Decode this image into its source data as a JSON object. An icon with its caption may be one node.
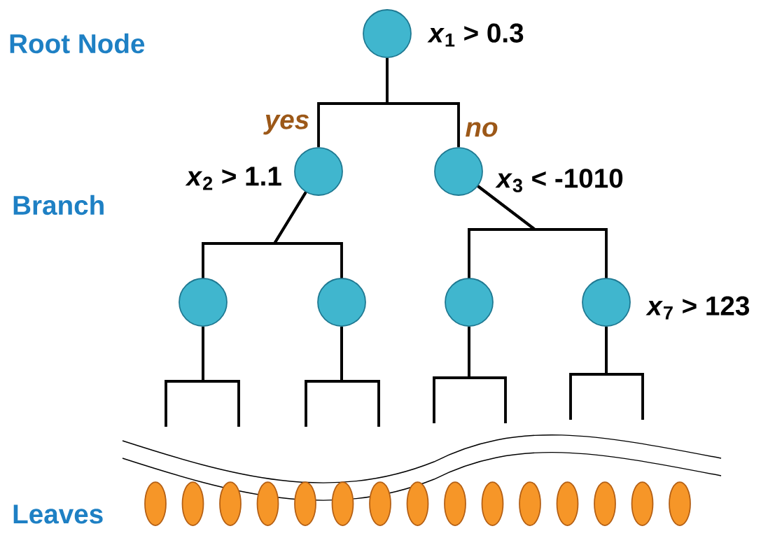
{
  "diagram": {
    "nodes": [
      {
        "text": [],
        "shape": "circle",
        "beside": [
          "*x*$_{1}$ > 0.3"
        ]
      },
      {
        "text": [],
        "shape": "circle",
        "beside": [
          "*x*$_{2}$ > 1.1"
        ]
      },
      {
        "text": [],
        "shape": "circle",
        "beside": [
          "*x*$_{3}$ < -1010"
        ]
      },
      {
        "text": [],
        "shape": "circle"
      },
      {
        "text": [],
        "shape": "circle"
      },
      {
        "text": [],
        "shape": "circle"
      },
      {
        "text": [],
        "shape": "circle",
        "beside": [
          "*x*$_{7}$ > 123"
        ]
      },
      {
        "text": [],
        "shape": "ellipse"
      },
      {
        "text": [],
        "shape": "ellipse"
      },
      {
        "text": [],
        "shape": "ellipse"
      },
      {
        "text": [],
        "shape": "ellipse"
      },
      {
        "text": [],
        "shape": "ellipse"
      },
      {
        "text": [],
        "shape": "ellipse"
      },
      {
        "text": [],
        "shape": "ellipse"
      },
      {
        "text": [],
        "shape": "ellipse"
      },
      {
        "text": [],
        "shape": "ellipse"
      },
      {
        "text": [],
        "shape": "ellipse"
      },
      {
        "text": [],
        "shape": "ellipse"
      },
      {
        "text": [],
        "shape": "ellipse"
      },
      {
        "text": [],
        "shape": "ellipse"
      },
      {
        "text": [],
        "shape": "ellipse"
      },
      {
        "text": [],
        "shape": "ellipse"
      }
    ],
    "edges": [
      {
        "from": 0,
        "to": 1,
        "arrow": "none",
        "label": "yes"
      },
      {
        "from": 0,
        "to": 2,
        "arrow": "none",
        "label": "no"
      },
      {
        "from": 1,
        "to": 3,
        "arrow": "none"
      },
      {
        "from": 1,
        "to": 4,
        "arrow": "none"
      },
      {
        "from": 2,
        "to": 5,
        "arrow": "none"
      },
      {
        "from": 2,
        "to": 6,
        "arrow": "none"
      },
      {
        "from": 3,
        "to": null,
        "arrow": "none"
      },
      {
        "from": 3,
        "to": null,
        "arrow": "none"
      },
      {
        "from": 4,
        "to": null,
        "arrow": "none"
      },
      {
        "from": 4,
        "to": null,
        "arrow": "none"
      },
      {
        "from": 5,
        "to": null,
        "arrow": "none"
      },
      {
        "from": 5,
        "to": null,
        "arrow": "none"
      },
      {
        "from": 6,
        "to": null,
        "arrow": "none"
      },
      {
        "from": 6,
        "to": null,
        "arrow": "none"
      }
    ],
    "labels": [
      "Root Node",
      "Branch",
      "Leaves"
    ]
  }
}
